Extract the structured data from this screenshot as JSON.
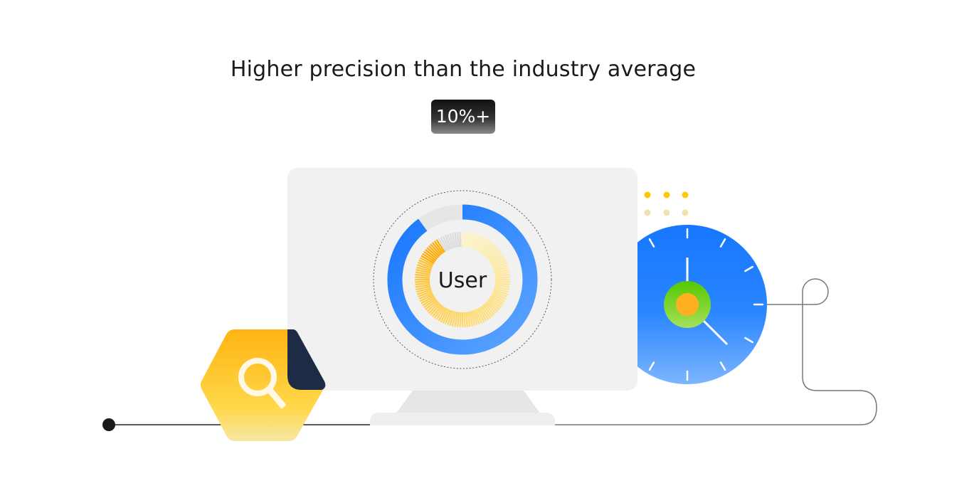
{
  "headline": "Higher precision than the industry average",
  "badge": "10%+",
  "dial": {
    "label": "User",
    "outer_ring_fill_fraction": 0.9,
    "colors": {
      "ring_blue": "#1677ff",
      "ring_light_blue": "#66aaff",
      "tick_gold": "#ffb300",
      "hexagon_yellow": "#ffc425",
      "fold_navy": "#1e2b44",
      "clock_blue": "#1677ff",
      "clock_green": "#66cc00"
    }
  },
  "icons": [
    "search-icon",
    "clock-icon",
    "monitor-icon"
  ]
}
